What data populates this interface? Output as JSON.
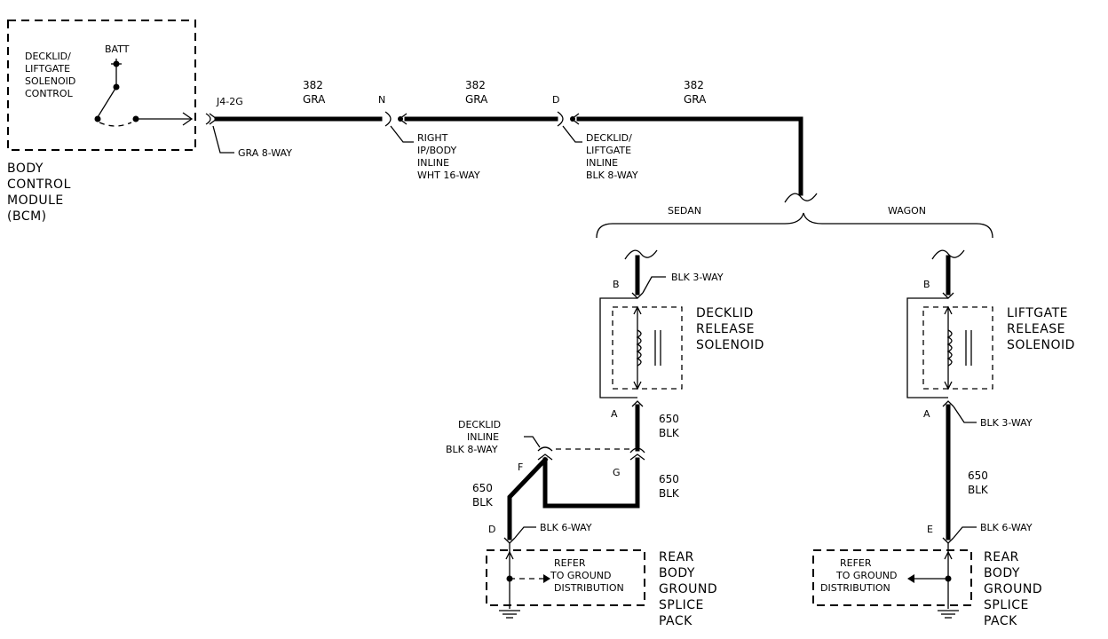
{
  "bcm": {
    "switch_label": [
      "DECKLID/",
      "LIFTGATE",
      "SOLENOID",
      "CONTROL"
    ],
    "batt": "BATT",
    "module_name": [
      "BODY",
      "CONTROL",
      "MODULE",
      "(BCM)"
    ],
    "pin": "J4-2G",
    "connector": "GRA 8-WAY"
  },
  "wires_top": [
    {
      "circuit": "382",
      "color": "GRA"
    },
    {
      "circuit": "382",
      "color": "GRA"
    },
    {
      "circuit": "382",
      "color": "GRA"
    }
  ],
  "connectors_top": [
    {
      "pin": "N",
      "label": [
        "RIGHT",
        "IP/BODY",
        "INLINE",
        "WHT 16-WAY"
      ]
    },
    {
      "pin": "D",
      "label": [
        "DECKLID/",
        "LIFTGATE",
        "INLINE",
        "BLK 8-WAY"
      ]
    }
  ],
  "branches": {
    "left": "SEDAN",
    "right": "WAGON"
  },
  "sedan": {
    "pin_top": "B",
    "conn_top": "BLK 3-WAY",
    "solenoid": [
      "DECKLID",
      "RELEASE",
      "SOLENOID"
    ],
    "pin_a": "A",
    "wire1": {
      "circuit": "650",
      "color": "BLK"
    },
    "inline_label": [
      "DECKLID",
      "INLINE",
      "BLK 8-WAY"
    ],
    "pin_f": "F",
    "pin_g": "G",
    "wire2": {
      "circuit": "650",
      "color": "BLK"
    },
    "wire3": {
      "circuit": "650",
      "color": "BLK"
    },
    "pin_d": "D",
    "conn_bottom": "BLK 6-WAY",
    "refer": [
      "REFER",
      "TO GROUND",
      "DISTRIBUTION"
    ],
    "splice": [
      "REAR",
      "BODY",
      "GROUND",
      "SPLICE",
      "PACK"
    ]
  },
  "wagon": {
    "pin_top": "B",
    "solenoid": [
      "LIFTGATE",
      "RELEASE",
      "SOLENOID"
    ],
    "pin_a": "A",
    "conn_a": "BLK 3-WAY",
    "wire": {
      "circuit": "650",
      "color": "BLK"
    },
    "pin_e": "E",
    "conn_bottom": "BLK 6-WAY",
    "refer": [
      "REFER",
      "TO GROUND",
      "DISTRIBUTION"
    ],
    "splice": [
      "REAR",
      "BODY",
      "GROUND",
      "SPLICE",
      "PACK"
    ]
  }
}
